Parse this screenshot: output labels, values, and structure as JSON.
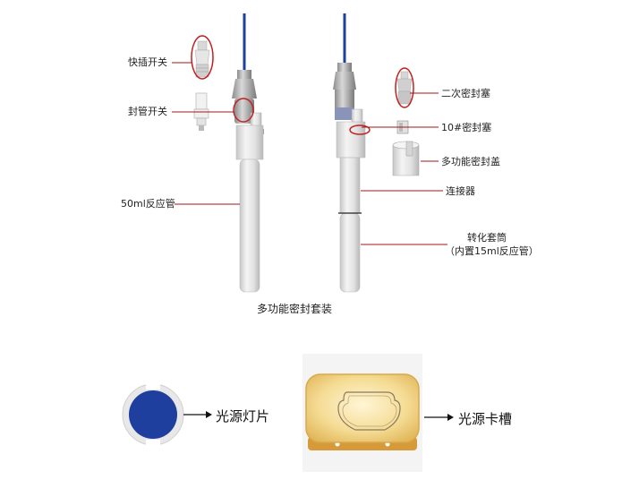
{
  "labels": {
    "quick_switch": "快插开关",
    "seal_switch": "封管开关",
    "tube_50ml": "50ml反应管",
    "secondary_plug": "二次密封塞",
    "plug_10": "10#密封塞",
    "multi_cap": "多功能密封盖",
    "connector": "连接器",
    "sleeve_line1": "转化套筒",
    "sleeve_line2": "（内置15ml反应管）"
  },
  "caption": "多功能密封套装",
  "bottom": {
    "light_sheet": "光源灯片",
    "light_slot": "光源卡槽"
  },
  "colors": {
    "cable_blue": "#1d3fa0",
    "disc_blue": "#1f3f9e",
    "slot_gold": "#e8c36c",
    "leader_red": "#a01818"
  }
}
